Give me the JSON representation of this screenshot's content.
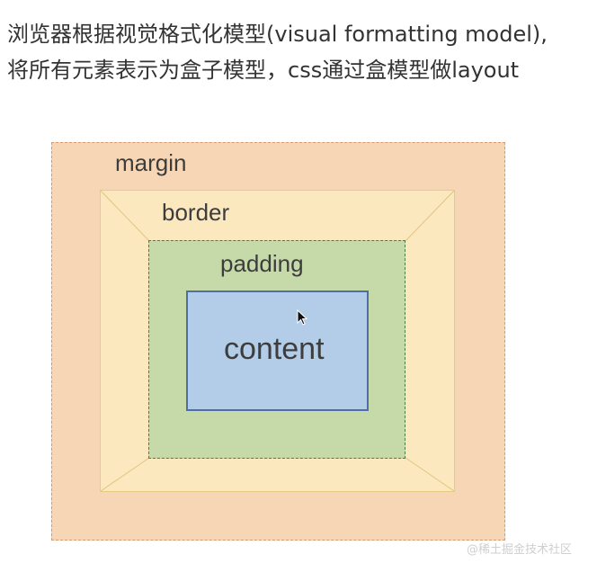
{
  "intro": {
    "line1": "浏览器根据视觉格式化模型(visual formatting model),",
    "line2": "将所有元素表示为盒子模型，css通过盒模型做layout"
  },
  "diagram": {
    "margin_label": "margin",
    "border_label": "border",
    "padding_label": "padding",
    "content_label": "content"
  },
  "colors": {
    "margin": "#f7d6b5",
    "border": "#fce8bf",
    "padding": "#c6d9a9",
    "content": "#b3cde9"
  },
  "cursor_icon": "mouse-pointer-icon",
  "watermark": "@稀土掘金技术社区"
}
